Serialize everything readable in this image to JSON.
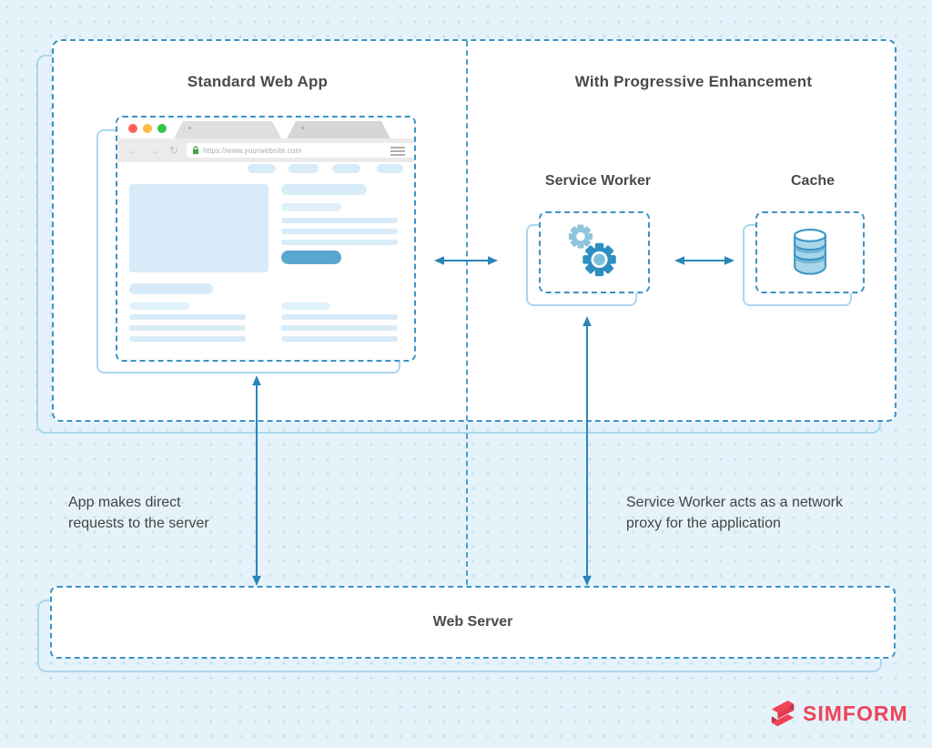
{
  "panels": {
    "left": {
      "title": "Standard Web App",
      "annotation_line1": "App makes direct",
      "annotation_line2": "requests to the server"
    },
    "right": {
      "title": "With Progressive Enhancement",
      "service_worker_label": "Service Worker",
      "cache_label": "Cache",
      "annotation_line1": "Service Worker acts as a network",
      "annotation_line2": "proxy for the application"
    }
  },
  "browser": {
    "url": "https://www.yourwebsite.com",
    "back_glyph": "←",
    "forward_glyph": "→",
    "refresh_glyph": "↻"
  },
  "web_server": {
    "label": "Web Server"
  },
  "brand": {
    "name": "SIMFORM",
    "color": "#EF4358"
  },
  "icons": {
    "service_worker": "gears-icon",
    "cache": "database-icon",
    "url_security": "lock-icon"
  },
  "colors": {
    "background": "#E5F2FA",
    "dashed_border": "#3D92C6",
    "backing_border": "#ABD7EE",
    "arrow": "#2B85B8",
    "text": "#4A4A4A",
    "skeleton_fill": "#D7EBF8",
    "button_fill": "#57A7CF",
    "traffic_red": "#FC605C",
    "traffic_yellow": "#FDBC40",
    "traffic_green": "#33C748"
  }
}
